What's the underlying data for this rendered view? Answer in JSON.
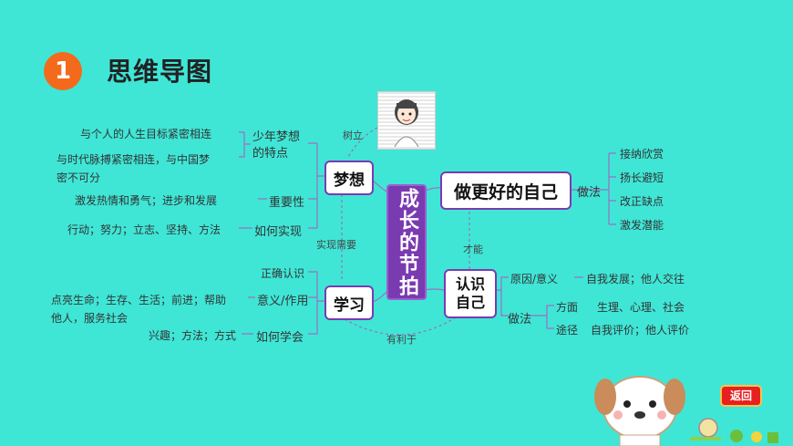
{
  "header": {
    "number": "1",
    "title": "思维导图"
  },
  "center": {
    "label": "成长的节拍"
  },
  "nodes": {
    "dream": "梦想",
    "study": "学习",
    "better_self": "做更好的自己",
    "know_self": "认识\n自己"
  },
  "connectors": {
    "establish": "树立",
    "dream_needs": "实现需要",
    "beneficial": "有利于",
    "talent": "才能"
  },
  "dream_branch": {
    "features_label": "少年梦想\n的特点",
    "feature_1": "与个人的人生目标紧密相连",
    "feature_2": "与时代脉搏紧密相连，与中国梦\n密不可分",
    "importance_items": "激发热情和勇气；进步和发展",
    "importance_label": "重要性",
    "how_items": "行动；努力；立志、坚持、方法",
    "how_label": "如何实现"
  },
  "study_branch": {
    "correct_view": "正确认识",
    "meaning_items": "点亮生命；生存、生活；前进；帮助\n他人，服务社会",
    "meaning_label": "意义/作用",
    "how_items": "兴趣；方法；方式",
    "how_label": "如何学会"
  },
  "better_branch": {
    "method_label": "做法",
    "items": [
      "接纳欣赏",
      "扬长避短",
      "改正缺点",
      "激发潜能"
    ]
  },
  "know_branch": {
    "reason_label": "原因/意义",
    "reason_items": "自我发展；他人交往",
    "method_label": "做法",
    "aspect_label": "方面",
    "aspect_items": "生理、心理、社会",
    "way_label": "途径",
    "way_items": "自我评价；他人评价"
  },
  "footer": {
    "back_label": "返回"
  }
}
